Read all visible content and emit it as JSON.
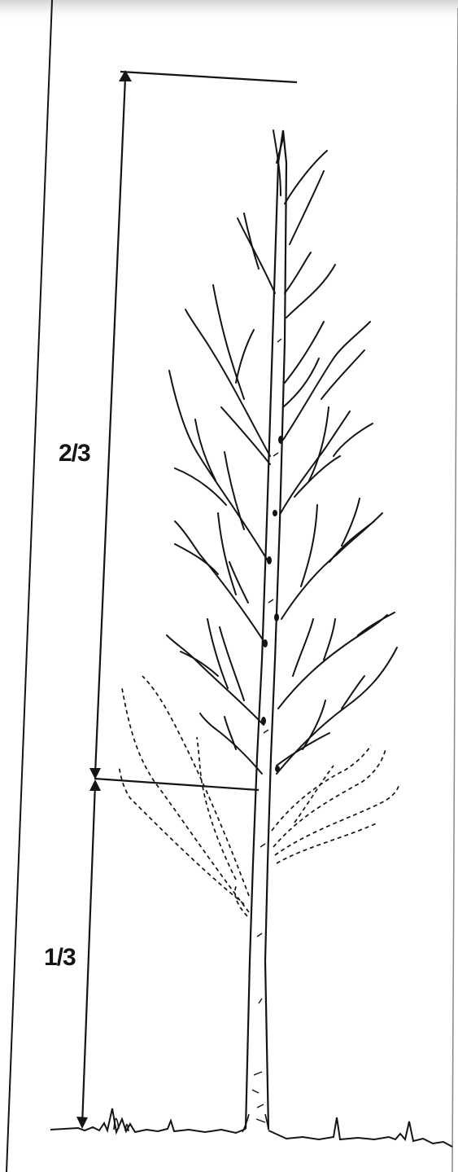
{
  "labels": {
    "upper_portion": "2/3",
    "lower_portion": "1/3"
  },
  "colors": {
    "ink": "#141414",
    "paper": "#ffffff",
    "scan_shadow": "#d9d9d9"
  },
  "elements": {
    "dimension_arrows": "arrow-icon",
    "pruned_branches": "dashed-branch-lines"
  }
}
